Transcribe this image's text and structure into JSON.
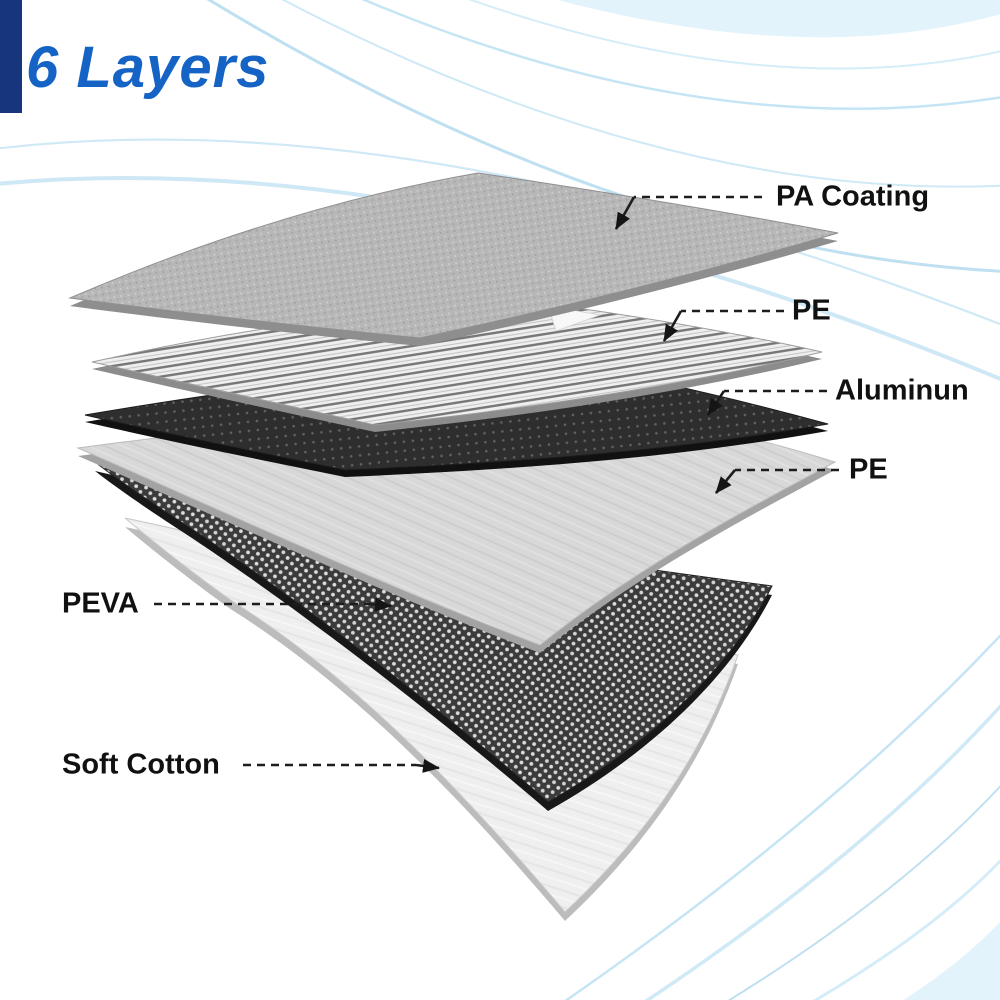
{
  "title": "6 Layers",
  "layers": [
    {
      "name": "PA Coating",
      "label_side": "right"
    },
    {
      "name": "PE",
      "label_side": "right"
    },
    {
      "name": "Aluminun",
      "label_side": "right"
    },
    {
      "name": "PE",
      "label_side": "right"
    },
    {
      "name": "PEVA",
      "label_side": "left"
    },
    {
      "name": "Soft Cotton",
      "label_side": "left"
    }
  ],
  "colors": {
    "title_text": "#1563c5",
    "banner": "#17357d",
    "background_wave": "#c6e5f4",
    "label_text": "#111111",
    "leader_line": "#1d1d1d",
    "layer_pa_coating": "#b7b7b7",
    "layer_pe_top": "#efefef",
    "layer_aluminum": "#2e2e2e",
    "layer_pe_bottom": "#d8d8d8",
    "layer_peva": "#3b3b3b",
    "layer_soft_cotton": "#efefef"
  }
}
